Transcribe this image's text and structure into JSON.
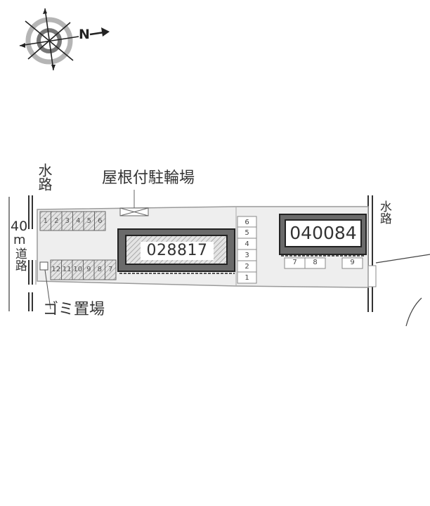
{
  "compass": {
    "icon": "compass-rose-icon",
    "north_label": "N",
    "direction": "north-arrow pointing right"
  },
  "labels": {
    "water_channel_left": "水路",
    "water_channel_right": "水路",
    "road": "40m道路",
    "road_width": "40",
    "road_unit": "m",
    "road_kanji": "道路",
    "covered_bicycle_parking": "屋根付駐輪場",
    "garbage_area": "ゴミ置場"
  },
  "buildings": [
    {
      "id": "028817",
      "label": "028817"
    },
    {
      "id": "040084",
      "label": "040084"
    }
  ],
  "bike_slots_top_row": [
    "1",
    "2",
    "3",
    "4",
    "5",
    "6"
  ],
  "bike_slots_bottom_row": [
    "12",
    "11",
    "10",
    "9",
    "8",
    "7"
  ],
  "parking_column": [
    "6",
    "5",
    "4",
    "3",
    "2",
    "1"
  ],
  "parking_right_row": [
    "7",
    "8",
    "9"
  ],
  "colors": {
    "lot_fill": "#eeeeee",
    "lot_border": "#9a9a9a",
    "building_outer": "#666666",
    "building_border": "#222222",
    "hatch": "#bbbbbb",
    "text": "#333333",
    "compass_gray": "#b5b5b5",
    "compass_dark": "#777777"
  }
}
